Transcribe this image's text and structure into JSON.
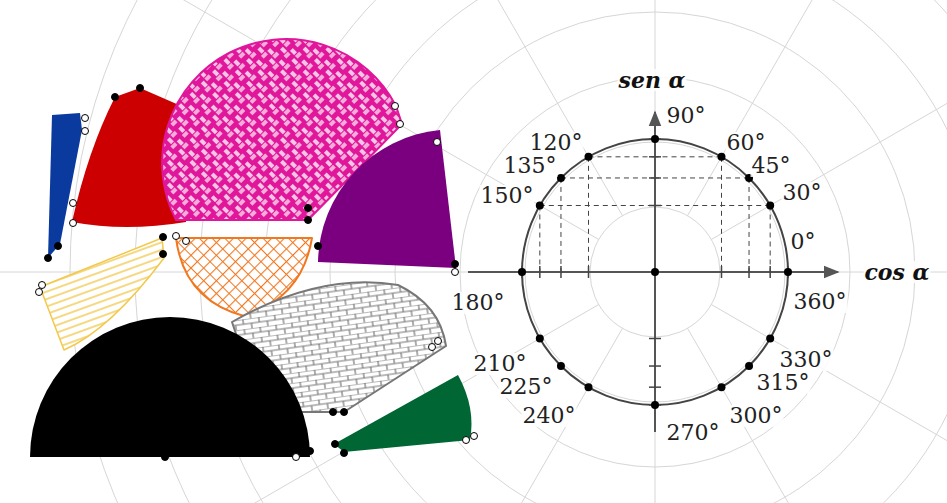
{
  "diagram": {
    "labels": [
      "sen α",
      "90°",
      "120°",
      "60°",
      "135°",
      "45°",
      "150°",
      "30°",
      "0°",
      "180°",
      "360°",
      "cos α",
      "210°",
      "330°",
      "225°",
      "315°",
      "240°",
      "300°",
      "270°"
    ]
  }
}
